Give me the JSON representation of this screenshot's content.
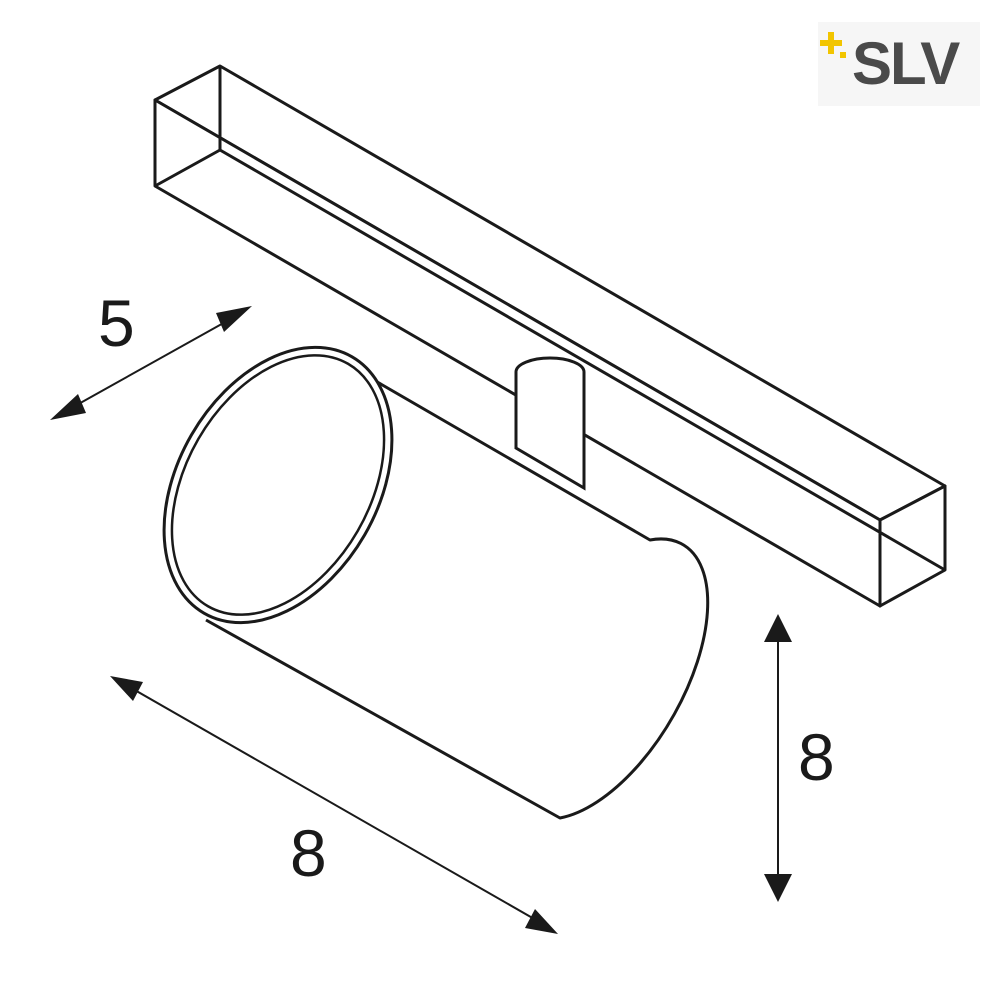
{
  "brand": {
    "name": "SLV",
    "accent_color": "#f2c500",
    "text_color": "#4a4a4a"
  },
  "dimensions": {
    "depth": "5",
    "length": "8",
    "height": "8"
  },
  "colors": {
    "line": "#1a1a1a",
    "fill": "#ffffff"
  }
}
